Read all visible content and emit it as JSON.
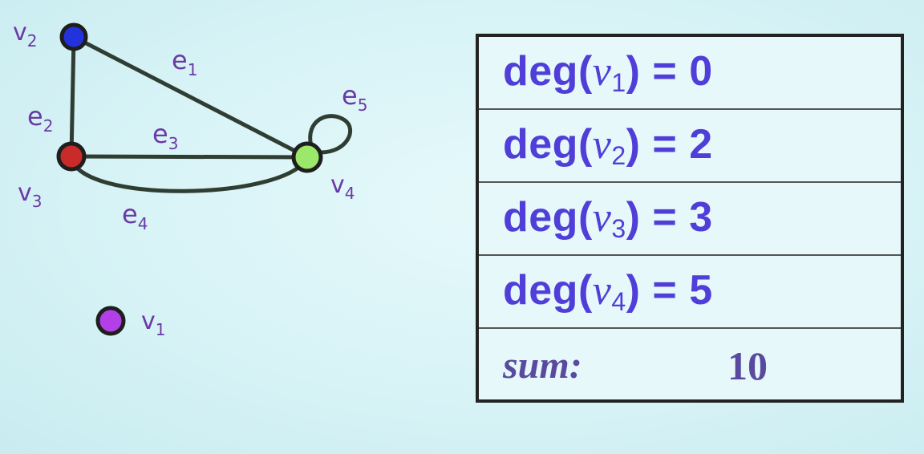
{
  "graph": {
    "vertices": [
      {
        "id": "v2",
        "letter": "v",
        "sub": "2",
        "color": "#2233dd"
      },
      {
        "id": "v3",
        "letter": "v",
        "sub": "3",
        "color": "#c92a2a"
      },
      {
        "id": "v4",
        "letter": "v",
        "sub": "4",
        "color": "#9be86a"
      },
      {
        "id": "v1",
        "letter": "v",
        "sub": "1",
        "color": "#b23fe8"
      }
    ],
    "edges": [
      {
        "id": "e1",
        "letter": "e",
        "sub": "1",
        "from": "v2",
        "to": "v4"
      },
      {
        "id": "e2",
        "letter": "e",
        "sub": "2",
        "from": "v2",
        "to": "v3"
      },
      {
        "id": "e3",
        "letter": "e",
        "sub": "3",
        "from": "v3",
        "to": "v4"
      },
      {
        "id": "e4",
        "letter": "e",
        "sub": "4",
        "from": "v3",
        "to": "v4"
      },
      {
        "id": "e5",
        "letter": "e",
        "sub": "5",
        "from": "v4",
        "to": "v4"
      }
    ]
  },
  "table": {
    "rows": [
      {
        "fn": "deg(",
        "var": "v",
        "sub": "1",
        "close": ") = ",
        "value": "0"
      },
      {
        "fn": "deg(",
        "var": "v",
        "sub": "2",
        "close": ") = ",
        "value": "2"
      },
      {
        "fn": "deg(",
        "var": "v",
        "sub": "3",
        "close": ") = ",
        "value": "3"
      },
      {
        "fn": "deg(",
        "var": "v",
        "sub": "4",
        "close": ") = ",
        "value": "5"
      }
    ],
    "sum_label": "sum:",
    "sum_value": "10"
  },
  "colors": {
    "vertex_label": "#6a3aa6",
    "table_text": "#4f3fd8",
    "sum_text": "#5a4a9f"
  }
}
